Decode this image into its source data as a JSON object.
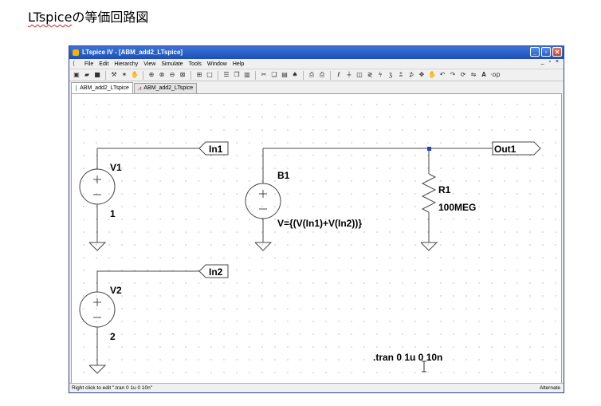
{
  "doc": {
    "title_prefix": "LTspice",
    "title_suffix": "の等価回路図"
  },
  "window": {
    "title": "LTspice IV - [ABM_add2_LTspice]",
    "menus": [
      "File",
      "Edit",
      "Hierarchy",
      "View",
      "Simulate",
      "Tools",
      "Window",
      "Help"
    ],
    "mdi_controls": "_ ▫ ×",
    "tabs": [
      {
        "label": "ABM_add2_LTspice",
        "icon": "schematic-icon"
      },
      {
        "label": "ABM_add2_LTspice",
        "icon": "waveform-icon"
      }
    ],
    "status_left": "Right click to edit \".tran 0 1u 0 10n\"",
    "status_right": "Alternate"
  },
  "schematic": {
    "v1_name": "V1",
    "v1_value": "1",
    "v2_name": "V2",
    "v2_value": "2",
    "b1_name": "B1",
    "b1_expr": "V={(V(In1)+V(In2))}",
    "r1_name": "R1",
    "r1_value": "100MEG",
    "in1_label": "In1",
    "in2_label": "In2",
    "out1_label": "Out1",
    "directive": ".tran 0 1u 0 10n"
  },
  "colors": {
    "wire": "#4a4a4a",
    "junction": "#1f3fd0",
    "titlebar": "#1f4fb6"
  }
}
